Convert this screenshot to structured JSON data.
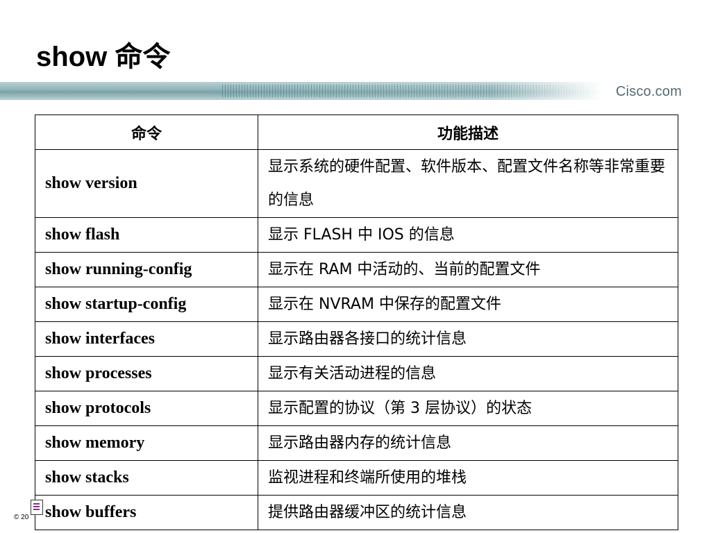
{
  "slide": {
    "title": "show 命令"
  },
  "banner": {
    "brand": "Cisco.com"
  },
  "table": {
    "headers": [
      "命令",
      "功能描述"
    ],
    "rows": [
      {
        "command": "show version",
        "description": "显示系统的硬件配置、软件版本、配置文件名称等非常重要的信息"
      },
      {
        "command": "show flash",
        "description": "显示 FLASH 中 IOS 的信息"
      },
      {
        "command": "show running-config",
        "description": "显示在 RAM 中活动的、当前的配置文件"
      },
      {
        "command": "show startup-config",
        "description": "显示在 NVRAM 中保存的配置文件"
      },
      {
        "command": "show interfaces",
        "description": "显示路由器各接口的统计信息"
      },
      {
        "command": "show processes",
        "description": "显示有关活动进程的信息"
      },
      {
        "command": "show protocols",
        "description": "显示配置的协议（第 3 层协议）的状态"
      },
      {
        "command": "show memory",
        "description": "显示路由器内存的统计信息"
      },
      {
        "command": "show stacks",
        "description": "监视进程和终端所使用的堆栈"
      },
      {
        "command": "show buffers",
        "description": "提供路由器缓冲区的统计信息"
      }
    ]
  },
  "footer": {
    "copyright": "© 20",
    "icon": "document-icon"
  }
}
